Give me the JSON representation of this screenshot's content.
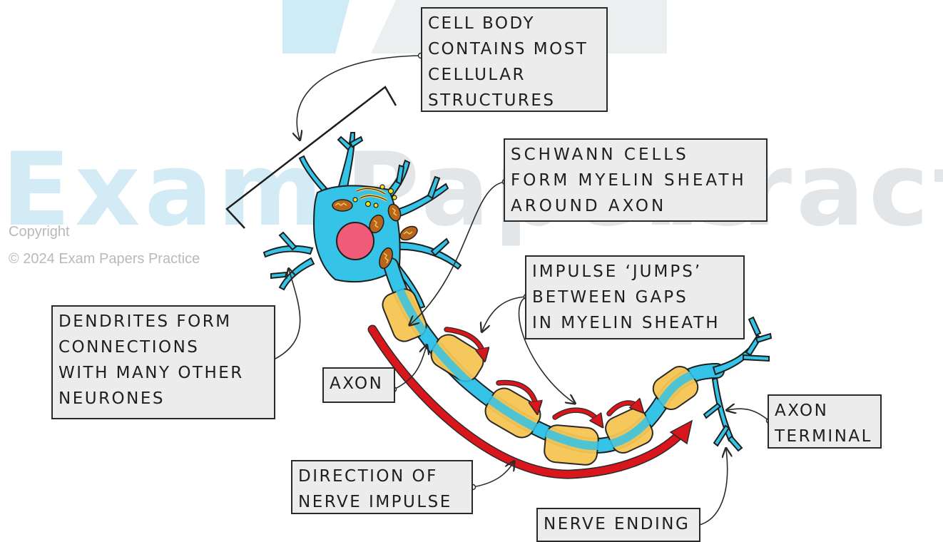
{
  "watermark": {
    "word1": "Exam",
    "word2": "Papers",
    "word3": "Practice",
    "copyright_line1": "Copyright",
    "copyright_line2": "© 2024 Exam Papers Practice"
  },
  "labels": {
    "cell_body": [
      "CELL BODY",
      "CONTAINS MOST",
      "CELLULAR",
      "STRUCTURES"
    ],
    "schwann": [
      "SCHWANN CELLS",
      "FORM MYELIN SHEATH",
      "AROUND AXON"
    ],
    "impulse_jumps": [
      "IMPULSE ‘JUMPS’",
      "BETWEEN GAPS",
      "IN MYELIN SHEATH"
    ],
    "dendrites": [
      "DENDRITES FORM",
      "CONNECTIONS",
      "WITH MANY OTHER",
      "NEURONES"
    ],
    "axon": [
      "AXON"
    ],
    "axon_terminal": [
      "AXON",
      "TERMINAL"
    ],
    "direction": [
      "DIRECTION OF",
      "NERVE IMPULSE"
    ],
    "nerve_ending": [
      "NERVE ENDING"
    ]
  },
  "colors": {
    "neuron": "#35c3e8",
    "myelin": "#f6c553",
    "nucleus": "#f05b78",
    "mitochondria": "#b8651e",
    "impulse_arrow": "#d9161c",
    "label_fill": "#ececec",
    "outline": "#2a2a2a"
  }
}
